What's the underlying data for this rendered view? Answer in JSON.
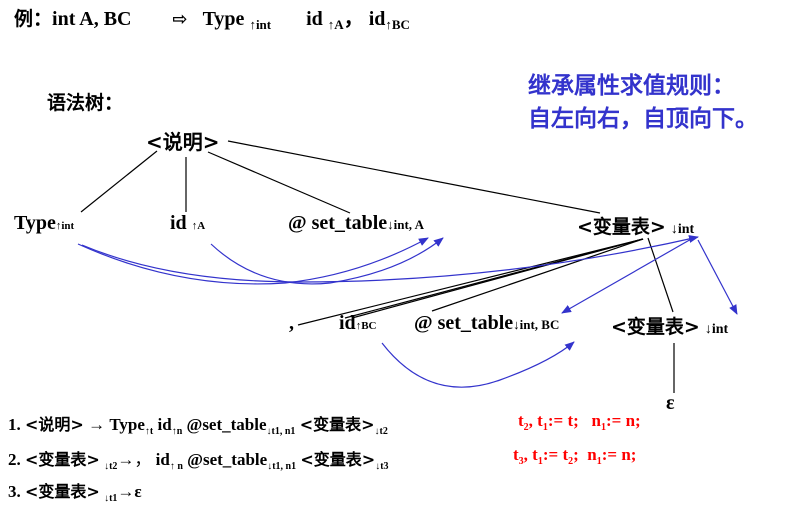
{
  "example": {
    "prefix": "例：",
    "decl": "int  A, BC",
    "arrow": "⇨",
    "type_word": "Type",
    "type_attr": "↑int",
    "id1": "id",
    "id1_attr": "↑A",
    "sep": "，",
    "id2": "id",
    "id2_attr": "↑BC"
  },
  "note": {
    "line1": "继承属性求值规则：",
    "line2": "自左向右，自顶向下。",
    "color": "#3333cc"
  },
  "tree": {
    "title": "语法树：",
    "root": "<说明>",
    "nodes": {
      "type_label": "Type",
      "type_attr": "↑int",
      "id_a_label": "id",
      "id_a_attr": "↑A",
      "set_table1_label": "@ set_table",
      "set_table1_attr": "↓int, A",
      "varlist1_label": "<变量表>",
      "varlist1_attr": "↓int",
      "comma": ",",
      "id_bc_label": "id",
      "id_bc_attr": "↑BC",
      "set_table2_label": "@ set_table",
      "set_table2_attr": "↓int, BC",
      "varlist2_label": "<变量表>",
      "varlist2_attr": "↓int",
      "epsilon": "ε"
    },
    "edge_color": "#000000",
    "dep_color": "#3333cc"
  },
  "rules": [
    {
      "num": "1.",
      "lhs": "<说明>",
      "lhs_attr": "",
      "arrow": "→",
      "rhs": [
        {
          "text": "Type",
          "sub": "↑t"
        },
        {
          "text": "id",
          "sub": "↑n"
        },
        {
          "text": "@set_table",
          "sub": "↓t1, n1"
        },
        {
          "text": "<变量表>",
          "sub": "↓t2"
        }
      ],
      "action": {
        "a": "t",
        "a_sub": "2",
        "b": ", t",
        "b_sub": "1",
        "c": ":= t;   n",
        "c_sub": "1",
        "d": ":= n;"
      }
    },
    {
      "num": "2.",
      "lhs": "<变量表>",
      "lhs_attr": "↓t2",
      "arrow": "→，",
      "rhs": [
        {
          "text": "id",
          "sub": "↑ n"
        },
        {
          "text": "@set_table",
          "sub": "↓t1, n1"
        },
        {
          "text": "<变量表>",
          "sub": "↓t3"
        }
      ],
      "action": {
        "a": "t",
        "a_sub": "3",
        "b": ", t",
        "b_sub": "1",
        "c": ":= t",
        "c_sub": "2",
        "d": ";  n",
        "d_sub": "1",
        "e": ":= n;"
      }
    },
    {
      "num": "3.",
      "lhs": "<变量表>",
      "lhs_attr": "↓t1",
      "arrow": "→ε"
    }
  ]
}
